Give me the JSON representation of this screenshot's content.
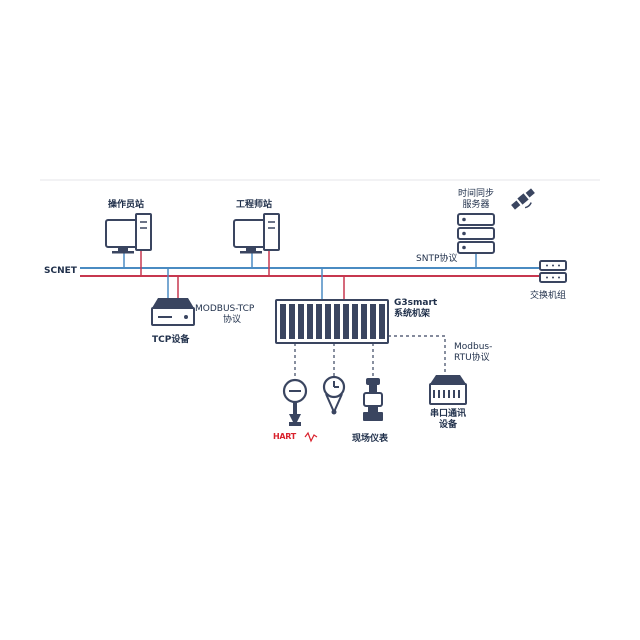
{
  "network": {
    "bus_label": "SCNET",
    "sntp_label": "SNTP协议",
    "blue_color": "#4a8bc2",
    "red_color": "#c7374f",
    "icon_color": "#3a4560"
  },
  "nodes": {
    "operator_station": "操作员站",
    "engineer_station": "工程师站",
    "time_server_line1": "时间同步",
    "time_server_line2": "服务器",
    "switch_group": "交换机组",
    "modbus_tcp_line1": "MODBUS-TCP",
    "modbus_tcp_line2": "协议",
    "tcp_device": "TCP设备",
    "rack_line1": "G3smart",
    "rack_line2": "系统机架",
    "modbus_rtu_line1": "Modbus-",
    "modbus_rtu_line2": "RTU协议",
    "serial_device_line1": "串口通讯",
    "serial_device_line2": "设备",
    "field_instruments": "现场仪表",
    "hart_logo": "HART"
  },
  "icons": [
    "monitor-icon",
    "server-icon",
    "satellite-icon",
    "switch-icon",
    "tcp-device-icon",
    "rack-icon",
    "gauge-icon",
    "valve-icon",
    "serial-device-icon"
  ]
}
